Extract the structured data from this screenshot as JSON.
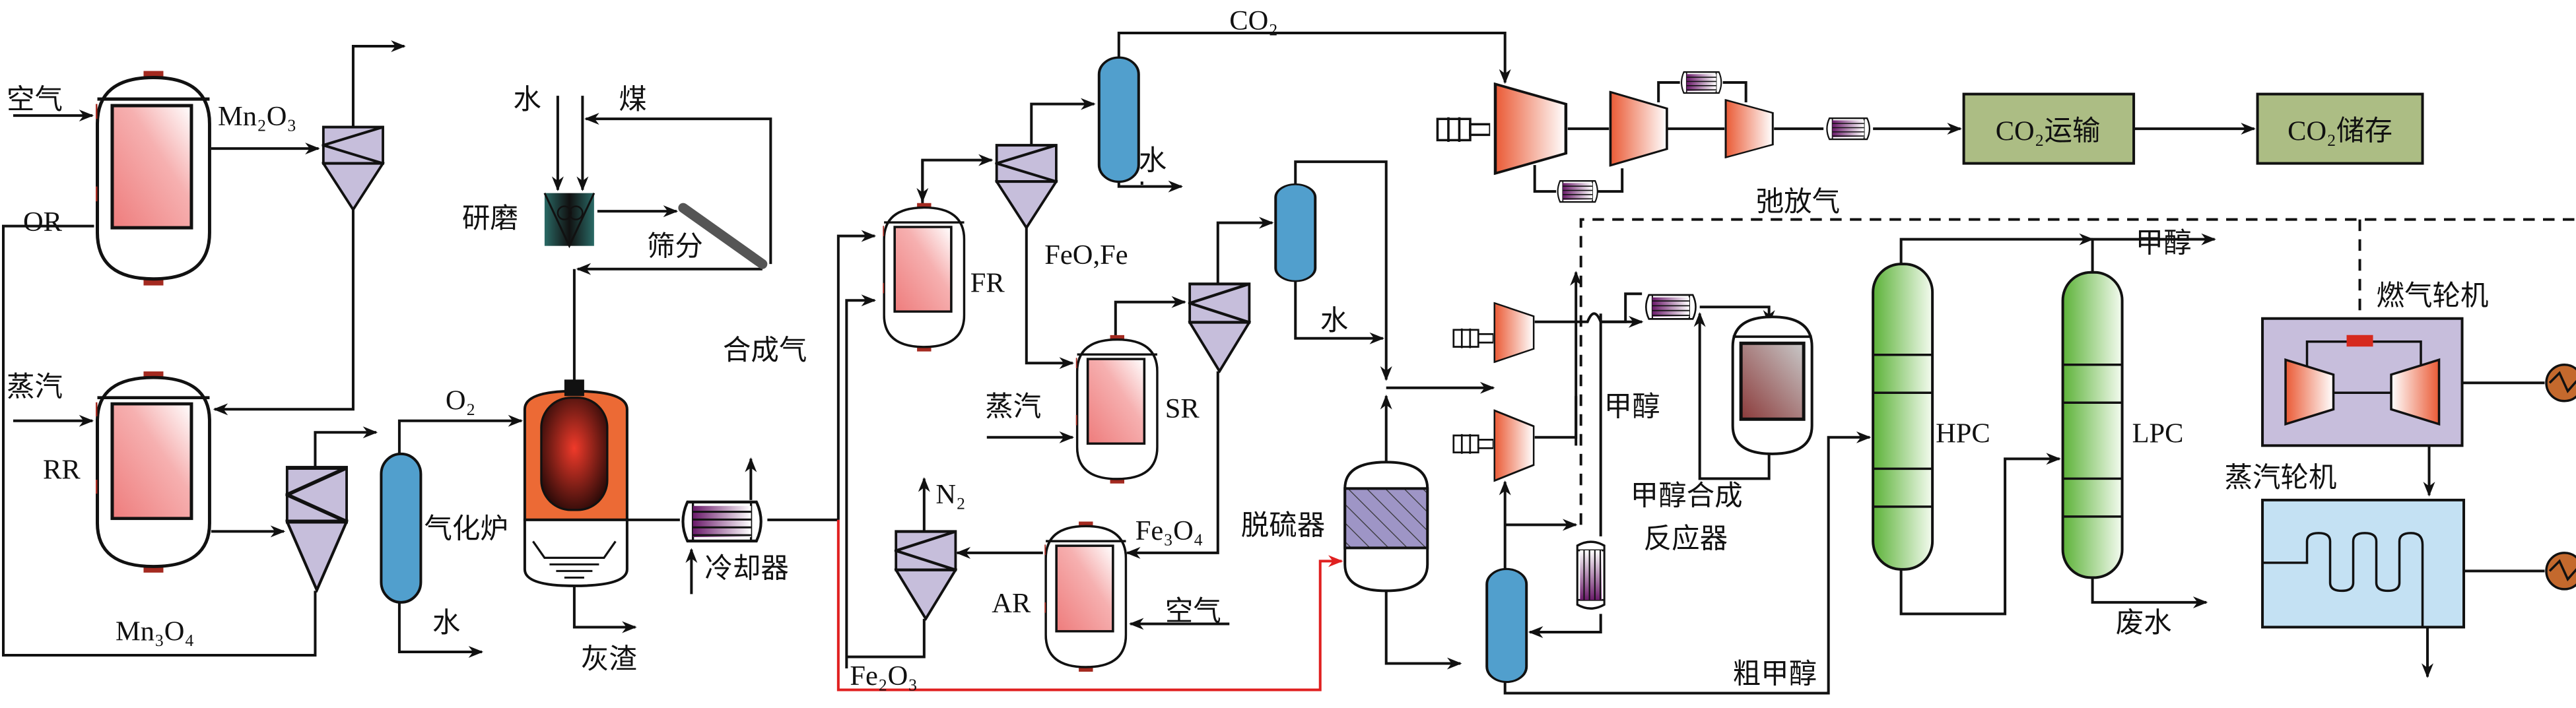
{
  "labels": {
    "air_or": "空气",
    "or": "OR",
    "mn2o3": "Mn₂O₃",
    "steam_rr": "蒸汽",
    "rr": "RR",
    "mn3o4": "Mn₃O₄",
    "o2": "O₂",
    "gasifier": "气化炉",
    "water_gasifier": "水",
    "water_in": "水",
    "coal": "煤",
    "grinding": "研磨",
    "screening": "筛分",
    "slag": "灰渣",
    "cooler": "冷却器",
    "syngas": "合成气",
    "fr": "FR",
    "feo_fe": "FeO,Fe",
    "co2": "CO₂",
    "water_fr": "水",
    "steam_sr": "蒸汽",
    "sr": "SR",
    "water_sr": "水",
    "n2": "N₂",
    "fe3o4": "Fe₃O₄",
    "ar": "AR",
    "air_ar": "空气",
    "fe2o3": "Fe₂O₃",
    "desulfurizer": "脱硫器",
    "co2_transport": "CO₂运输",
    "co2_storage": "CO₂储存",
    "purge_gas": "弛放气",
    "methanol_recycle": "甲醇",
    "methanol_reactor_1": "甲醇合成",
    "methanol_reactor_2": "反应器",
    "crude_methanol": "粗甲醇",
    "hpc": "HPC",
    "lpc": "LPC",
    "methanol_product": "甲醇",
    "waste_water": "废水",
    "gas_turbine": "燃气轮机",
    "steam_turbine": "蒸汽轮机"
  },
  "colors": {
    "reactor_fill": "#f08a8a",
    "cyclone_fill": "#c6bedb",
    "column_blue": "#519fcd",
    "compressor": "#ec6a45",
    "gasifier_shell": "#ec6a35",
    "co2_box": "#acbd84",
    "distillation": "#6fbf4a",
    "gas_turbine_box": "#c7bedc",
    "steam_turbine_box": "#c4e1f3",
    "generator": "#c4692d",
    "syngas_line": "#e02020"
  }
}
